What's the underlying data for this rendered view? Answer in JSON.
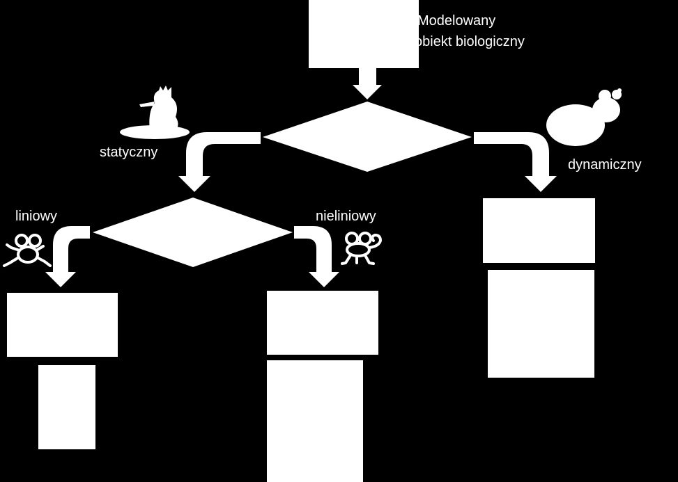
{
  "colors": {
    "background": "#000000",
    "foreground": "#ffffff"
  },
  "title": {
    "line1": "Modelowany",
    "line2": "obiekt biologiczny"
  },
  "branches": {
    "static": "statyczny",
    "dynamic": "dynamiczny",
    "linear": "liniowy",
    "nonlinear": "nieliniowy"
  },
  "icons": {
    "static": "frog-prince-on-lily-pad-icon",
    "dynamic": "frog-silhouette-icon",
    "linear": "frog-outline-icon",
    "nonlinear": "curly-tail-frog-icon"
  }
}
